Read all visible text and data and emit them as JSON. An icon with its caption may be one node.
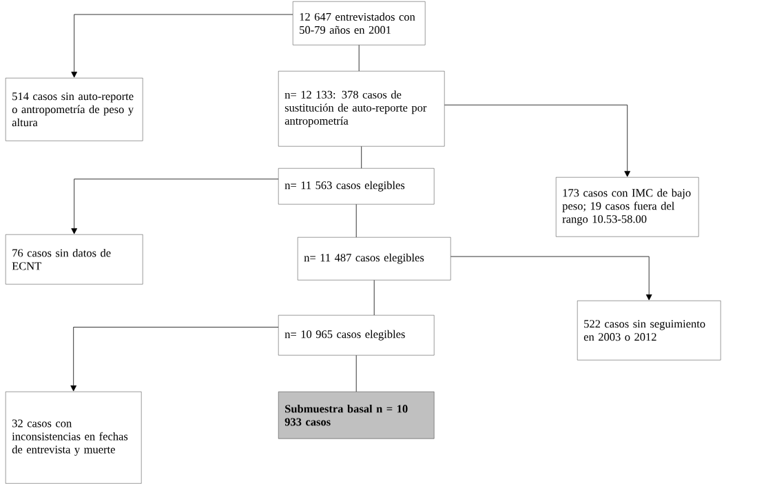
{
  "diagram": {
    "nodes": [
      {
        "text": [
          "12 647 entrevistados con 50-79 años en 2001"
        ]
      },
      {
        "text": [
          "514 casos sin auto-reporte o antropometría de peso y altura"
        ]
      },
      {
        "text": [
          "n= 12 133: 378 casos de sustitución de auto-reporte por antropometría"
        ]
      },
      {
        "text": [
          "173 casos con IMC de bajo peso; 19 casos fuera del rango 10.53-58.00"
        ]
      },
      {
        "text": [
          "n= 11 563 casos elegibles"
        ]
      },
      {
        "text": [
          "76 casos sin datos de ECNT"
        ]
      },
      {
        "text": [
          "n= 11 487 casos elegibles"
        ]
      },
      {
        "text": [
          "522 casos sin seguimiento en 2003 o 2012"
        ]
      },
      {
        "text": [
          "n= 10 965 casos elegibles"
        ]
      },
      {
        "text": [
          "32 casos con inconsistencias en fechas de entrevista y muerte"
        ]
      },
      {
        "text": [
          "Submuestra basal n = 10 933 casos"
        ]
      }
    ],
    "edges": [
      {
        "from": 0,
        "to": 1,
        "arrow": "to"
      },
      {
        "from": 0,
        "to": 2,
        "arrow": "none"
      },
      {
        "from": 2,
        "to": 3,
        "arrow": "to"
      },
      {
        "from": 2,
        "to": 4,
        "arrow": "none"
      },
      {
        "from": 4,
        "to": 5,
        "arrow": "to"
      },
      {
        "from": 4,
        "to": 6,
        "arrow": "none"
      },
      {
        "from": 6,
        "to": 7,
        "arrow": "to"
      },
      {
        "from": 6,
        "to": 8,
        "arrow": "none"
      },
      {
        "from": 8,
        "to": 9,
        "arrow": "to"
      },
      {
        "from": 8,
        "to": 10,
        "arrow": "none"
      }
    ]
  }
}
